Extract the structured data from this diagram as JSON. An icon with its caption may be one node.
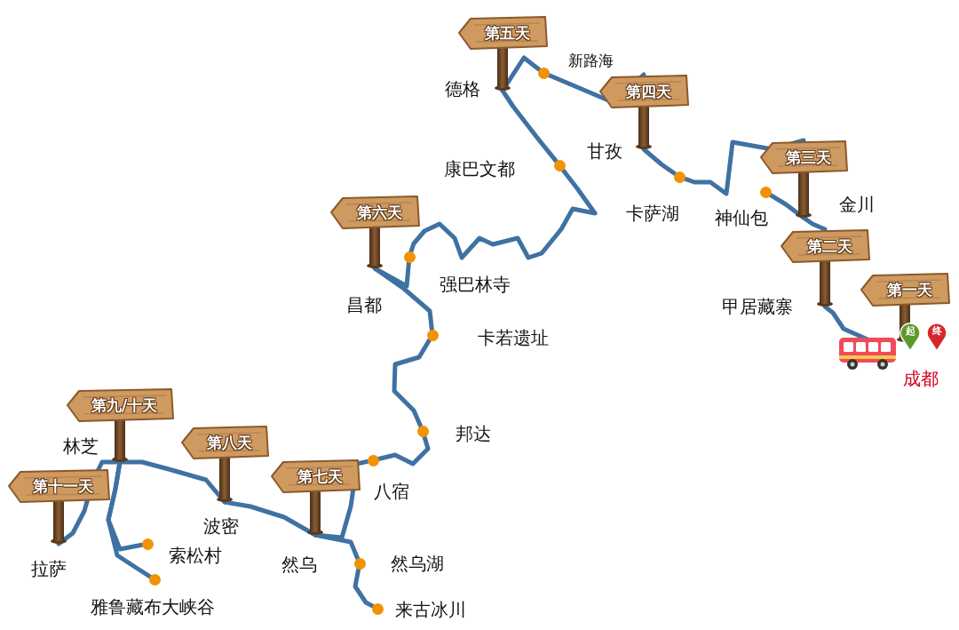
{
  "diagram": {
    "nodes": [
      {
        "text": [],
        "shape": "picture",
        "beside": [
          "成都"
        ]
      },
      {
        "text": [
          "起"
        ]
      },
      {
        "text": [
          "终"
        ]
      },
      {
        "text": [
          "第一天"
        ]
      },
      {
        "text": [
          "第二天"
        ],
        "beside": [
          "甲居藏寨"
        ]
      },
      {
        "text": [],
        "shape": "circle",
        "beside": [
          "神仙包"
        ]
      },
      {
        "text": [
          "第三天"
        ],
        "beside": [
          "金川"
        ]
      },
      {
        "text": [],
        "shape": "circle",
        "beside": [
          "卡萨湖"
        ]
      },
      {
        "text": [
          "第四天"
        ],
        "beside": [
          "甘孜"
        ]
      },
      {
        "text": [],
        "shape": "circle"
      },
      {
        "text": [
          "第五天"
        ],
        "beside": [
          "德格"
        ]
      },
      {
        "text": [],
        "shape": "circle",
        "beside": [
          "康巴文都"
        ]
      },
      {
        "text": [],
        "shape": "circle",
        "beside": [
          "强巴林寺"
        ]
      },
      {
        "text": [
          "第六天"
        ]
      },
      {
        "text": [],
        "shape": "circle",
        "beside": [
          "卡若遗址"
        ]
      },
      {
        "text": [],
        "shape": "circle",
        "beside": [
          "邦达"
        ]
      },
      {
        "text": [],
        "shape": "circle",
        "beside": [
          "八宿"
        ]
      },
      {
        "text": [
          "第七天"
        ]
      },
      {
        "text": [],
        "shape": "circle",
        "beside": [
          "然乌湖"
        ]
      },
      {
        "text": [],
        "shape": "circle",
        "beside": [
          "来古冰川"
        ]
      },
      {
        "text": [
          "第八天"
        ],
        "beside": [
          "波密"
        ]
      },
      {
        "text": [
          "第九/十天"
        ],
        "beside": [
          "林芝"
        ]
      },
      {
        "text": [],
        "shape": "circle",
        "beside": [
          "索松村"
        ]
      },
      {
        "text": [],
        "shape": "circle",
        "beside": [
          "雅鲁藏布大峡谷"
        ]
      },
      {
        "text": [
          "第十一天"
        ],
        "beside": [
          "拉萨"
        ]
      }
    ],
    "edges": [
      {
        "from": 0,
        "to": 4,
        "arrow": "none"
      },
      {
        "from": 4,
        "to": 6,
        "arrow": "none"
      },
      {
        "from": 5,
        "to": 6,
        "arrow": "none"
      },
      {
        "from": 6,
        "to": 7,
        "arrow": "none"
      },
      {
        "from": 7,
        "to": 8,
        "arrow": "none"
      },
      {
        "from": 8,
        "to": 9,
        "arrow": "none"
      },
      {
        "from": 9,
        "to": 10,
        "arrow": "none"
      },
      {
        "from": 10,
        "to": 11,
        "arrow": "none"
      },
      {
        "from": 11,
        "to": 12,
        "arrow": "none"
      },
      {
        "from": 12,
        "to": 13,
        "arrow": "none"
      },
      {
        "from": 13,
        "to": 14,
        "arrow": "none"
      },
      {
        "from": 14,
        "to": 15,
        "arrow": "none"
      },
      {
        "from": 15,
        "to": 16,
        "arrow": "none"
      },
      {
        "from": 16,
        "to": 17,
        "arrow": "none"
      },
      {
        "from": 17,
        "to": 18,
        "arrow": "none"
      },
      {
        "from": 18,
        "to": 19,
        "arrow": "none"
      },
      {
        "from": 17,
        "to": 20,
        "arrow": "none"
      },
      {
        "from": 20,
        "to": 21,
        "arrow": "none"
      },
      {
        "from": 21,
        "to": 22,
        "arrow": "none"
      },
      {
        "from": 21,
        "to": 23,
        "arrow": "none"
      },
      {
        "from": 21,
        "to": 24,
        "arrow": "none"
      }
    ],
    "labels": [
      "新路海",
      "昌都",
      "然乌"
    ]
  }
}
